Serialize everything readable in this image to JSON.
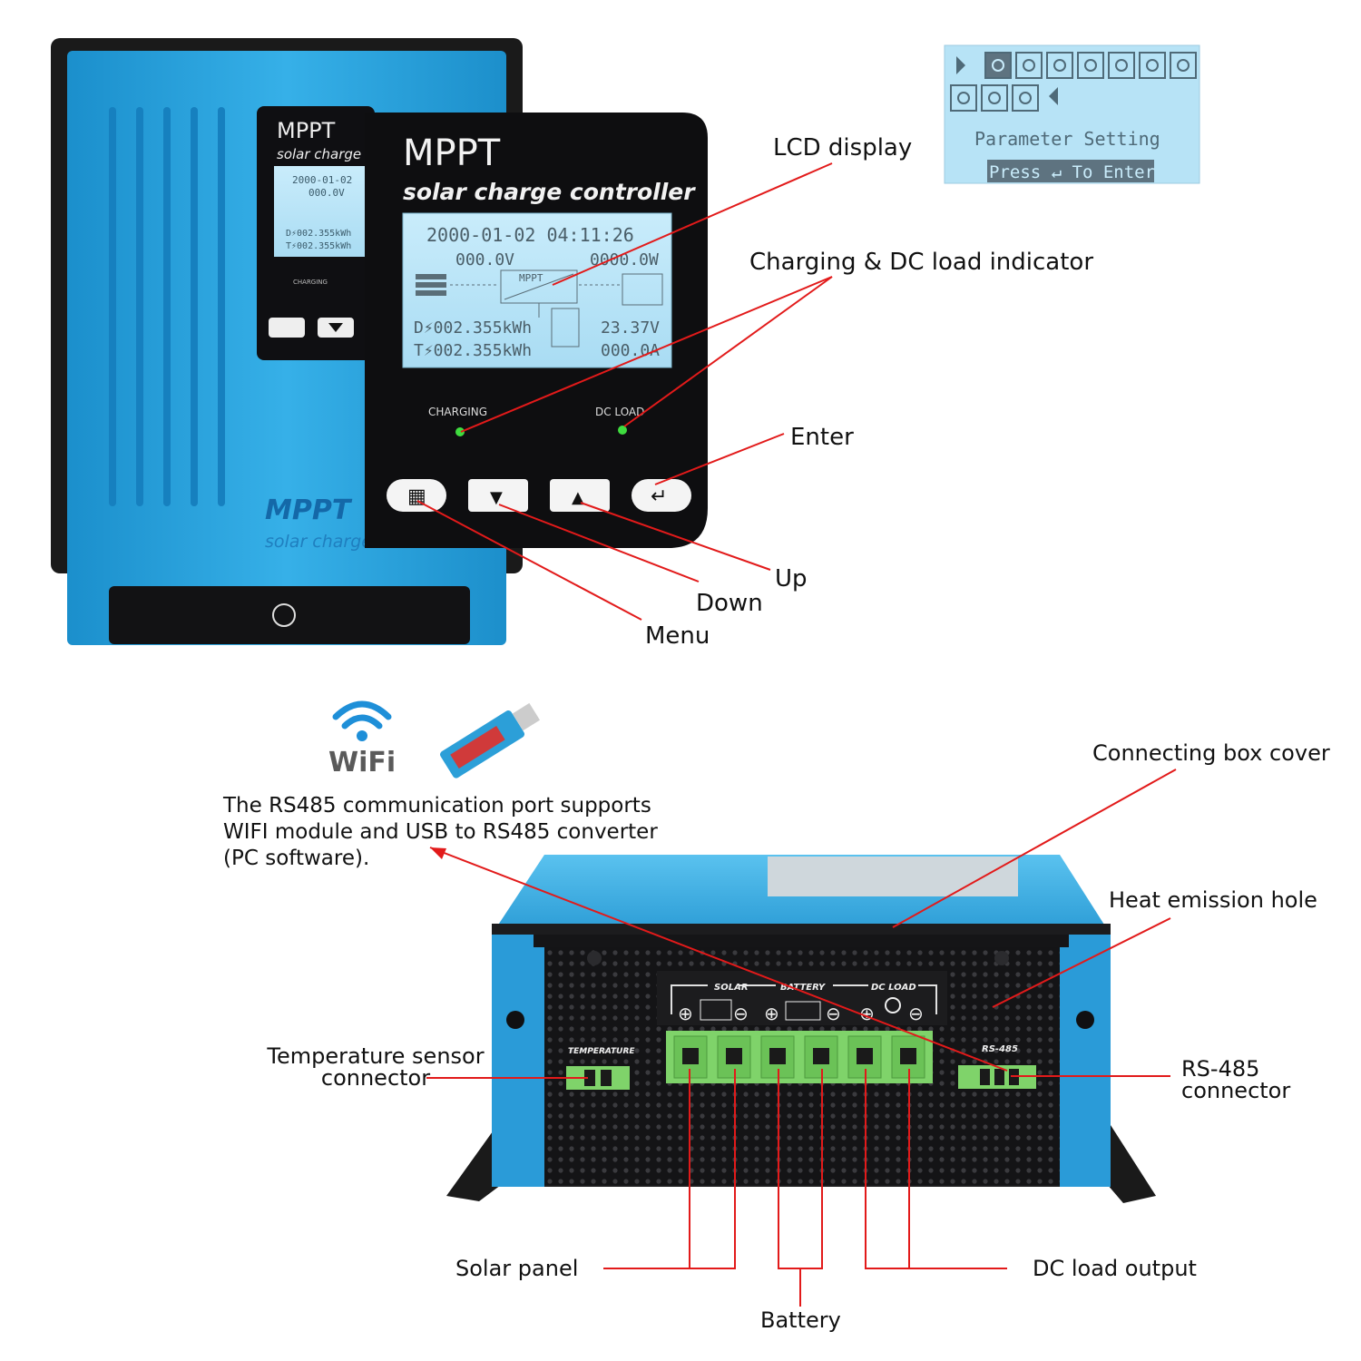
{
  "front_panel": {
    "brand": "MPPT",
    "subtitle": "solar charge controller",
    "lcd": {
      "datetime": "2000-01-02  04:11:26",
      "pv_voltage": "000.0V",
      "pv_power": "0000.0W",
      "center_label": "MPPT",
      "daily_energy": "D⚡002.355kWh",
      "total_energy": "T⚡002.355kWh",
      "battery_voltage": "23.37V",
      "load_current": "000.0A"
    },
    "indicators": {
      "charging": "CHARGING",
      "dc_load": "DC LOAD"
    },
    "buttons": {
      "menu": "▦",
      "down": "▼",
      "up": "▲",
      "enter": "↵"
    }
  },
  "back_unit": {
    "brand": "MPPT",
    "subtitle": "solar charge",
    "lcd": {
      "datetime": "2000-01-02",
      "pv_voltage": "000.0V",
      "daily_energy": "D⚡002.355kWh",
      "total_energy": "T⚡002.355kWh"
    },
    "charging": "CHARGING",
    "body_brand": "MPPT",
    "body_subtitle": "solar charge"
  },
  "lcd_inset": {
    "title": "Parameter Setting",
    "prompt": "Press ↵ To Enter",
    "icon_names": [
      "arrow-right-icon",
      "tools-icon",
      "flow-icon",
      "sun-icon",
      "contrast-icon",
      "speaker-icon",
      "page-icon",
      "clear-icon",
      "bulb-icon",
      "network-icon",
      "language-icon",
      "arrow-left-icon"
    ]
  },
  "callouts": {
    "lcd_display": "LCD display",
    "indicator": "Charging & DC load indicator",
    "enter": "Enter",
    "up": "Up",
    "down": "Down",
    "menu": "Menu",
    "connecting_box_cover": "Connecting box cover",
    "heat_emission_hole": "Heat emission hole",
    "temperature_sensor": [
      "Temperature sensor",
      "connector"
    ],
    "rs485_connector": [
      "RS-485",
      "connector"
    ],
    "solar_panel": "Solar panel",
    "dc_load_output": "DC load output",
    "battery": "Battery"
  },
  "rs485_note": {
    "lines": [
      "The RS485 communication port supports",
      "WIFI module and USB to RS485 converter",
      "(PC software)."
    ]
  },
  "wifi_logo": "WiFi",
  "terminal_panel": {
    "groups": [
      "SOLAR",
      "BATTERY",
      "DC LOAD"
    ],
    "temperature": "TEMPERATURE",
    "rs485": "RS-485",
    "plus": "⊕",
    "minus": "⊖"
  },
  "colors": {
    "body_blue": "#2ea4dc",
    "panel_black": "#0e0e10",
    "lcd_blue": "#bfe6f7",
    "terminal_green": "#7fd36a",
    "callout_red": "#e21a1a",
    "led_green": "#3fdc3f"
  }
}
